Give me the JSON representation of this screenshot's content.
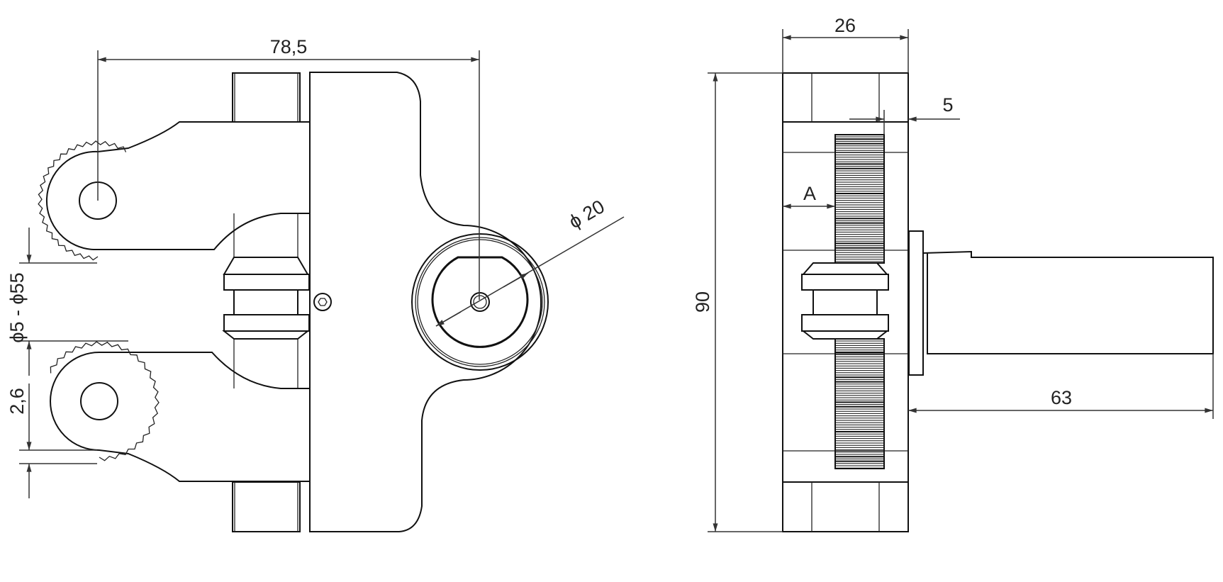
{
  "drawing": {
    "front_view": {
      "dim_center_distance": "78,5",
      "dim_gap_range": "ϕ5 - ϕ55",
      "dim_knurl_depth": "2,6",
      "dim_bore_diameter": "ϕ 20"
    },
    "side_view": {
      "dim_width": "26",
      "dim_height": "90",
      "dim_offset": "5",
      "dim_a": "A",
      "dim_shaft_length": "63"
    },
    "colors": {
      "line": "#111111",
      "background": "#ffffff"
    }
  }
}
